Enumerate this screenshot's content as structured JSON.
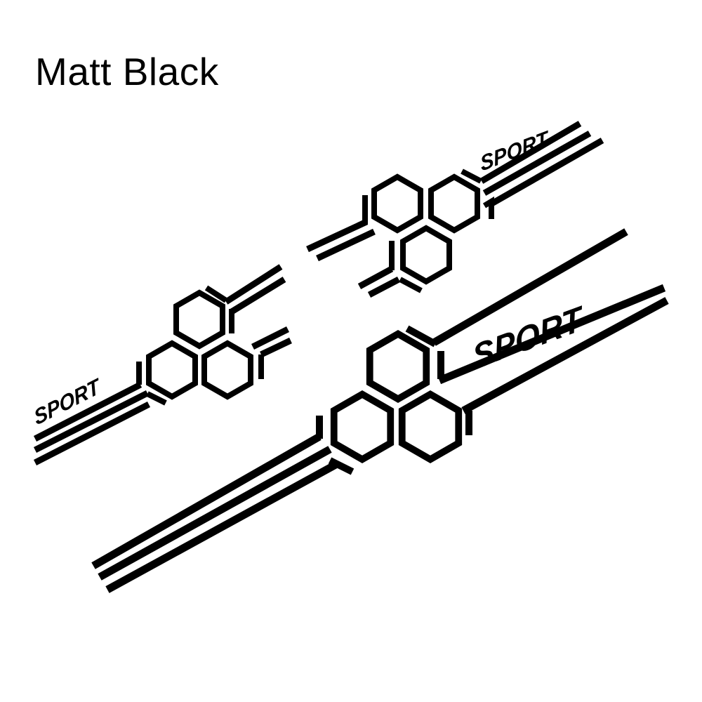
{
  "title": "Matt Black",
  "color": "#000000",
  "decals": {
    "top_right": {
      "label": "SPORT"
    },
    "left": {
      "label": "SPORT"
    },
    "large": {
      "label": "SPORT"
    }
  }
}
